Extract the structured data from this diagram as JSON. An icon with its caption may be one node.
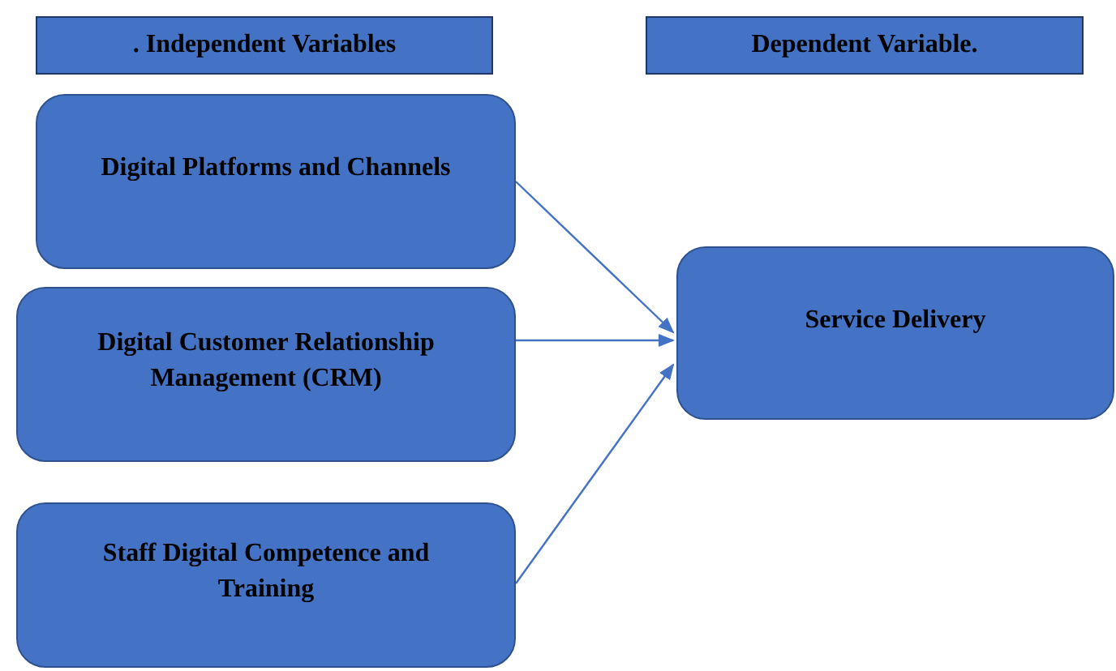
{
  "diagram": {
    "nodes": [
      {
        "text": [
          ". Independent Variables"
        ]
      },
      {
        "text": [
          "Dependent Variable."
        ]
      },
      {
        "text": [
          "Digital Platforms and Channels"
        ]
      },
      {
        "text": [
          "Digital Customer Relationship Management (CRM)"
        ]
      },
      {
        "text": [
          "Staff Digital Competence and Training"
        ]
      },
      {
        "text": [
          "Service Delivery"
        ]
      }
    ],
    "edges": [
      {
        "from": 2,
        "to": 5,
        "arrow": "to"
      },
      {
        "from": 3,
        "to": 5,
        "arrow": "to"
      },
      {
        "from": 4,
        "to": 5,
        "arrow": "to"
      }
    ]
  }
}
